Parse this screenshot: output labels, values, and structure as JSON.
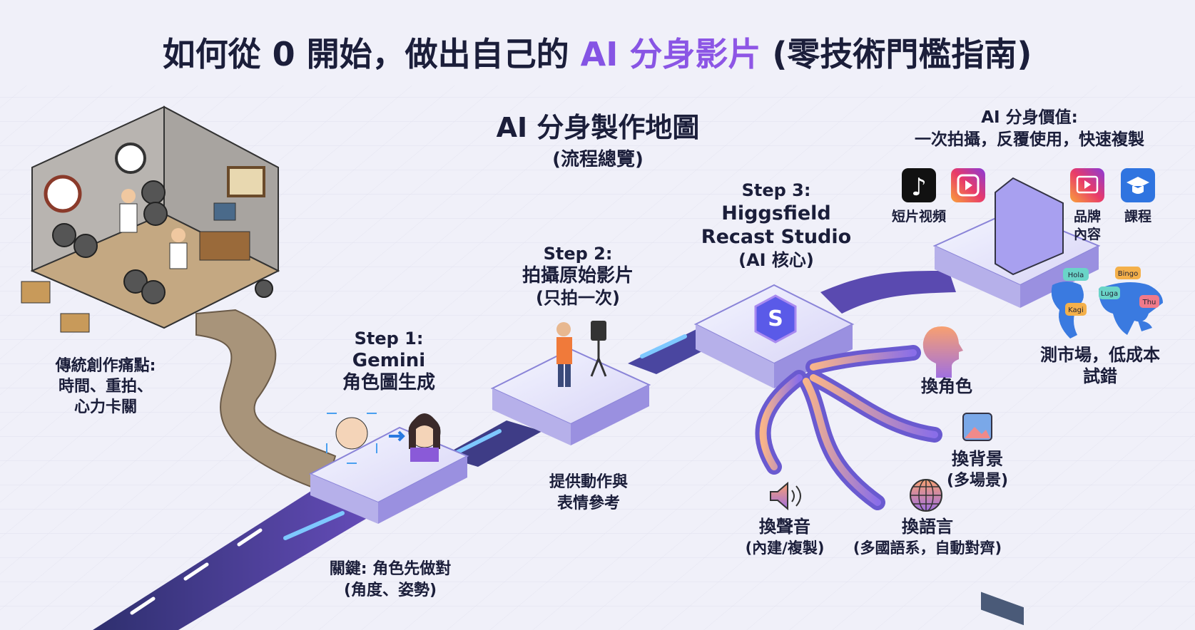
{
  "title": {
    "part1": "如何從 0 開始，做出自己的 ",
    "highlight": "AI 分身影片",
    "part2": " (零技術門檻指南)"
  },
  "map": {
    "title": "AI 分身製作地圖",
    "subtitle": "(流程總覽)"
  },
  "pain": {
    "lines": [
      "傳統創作痛點:",
      "時間、重拍、",
      "心力卡關"
    ]
  },
  "steps": [
    {
      "step": "Step 1:",
      "name": "Gemini",
      "desc": "角色圖生成",
      "note": [
        "關鍵: 角色先做對",
        "(角度、姿勢)"
      ]
    },
    {
      "step": "Step 2:",
      "name": "拍攝原始影片",
      "desc": "(只拍一次)",
      "note": [
        "提供動作與",
        "表情參考"
      ]
    },
    {
      "step": "Step 3:",
      "name": "Higgsfield",
      "name2": "Recast Studio",
      "desc": "(AI 核心)"
    }
  ],
  "outputs": [
    {
      "label": "換角色",
      "icon": "head-icon"
    },
    {
      "label": "換背景",
      "sub": "(多場景)",
      "icon": "image-icon"
    },
    {
      "label": "換聲音",
      "sub": "(內建/複製)",
      "icon": "speaker-icon"
    },
    {
      "label": "換語言",
      "sub": "(多國語系，自動對齊)",
      "icon": "globe-icon"
    }
  ],
  "value": {
    "title": "AI 分身價值:",
    "subtitle": "一次拍攝，反覆使用，快速複製",
    "channels": [
      {
        "label": "短片视頻",
        "icon": "tiktok-icon"
      },
      {
        "label": "",
        "icon": "reels-icon"
      },
      {
        "label": "品牌",
        "label2": "內容",
        "icon": "video-icon"
      },
      {
        "label": "課程",
        "icon": "graduation-cap-icon"
      }
    ],
    "bubbles": [
      "Hola",
      "Bingo",
      "Luga",
      "Kagi",
      "Thu"
    ],
    "market": [
      "測市場，低成本",
      "試錯"
    ]
  },
  "colors": {
    "title": "#1b1e3a",
    "accent": "#7b4fe0",
    "road": "#3b3a78",
    "dirt": "#a8947a"
  }
}
